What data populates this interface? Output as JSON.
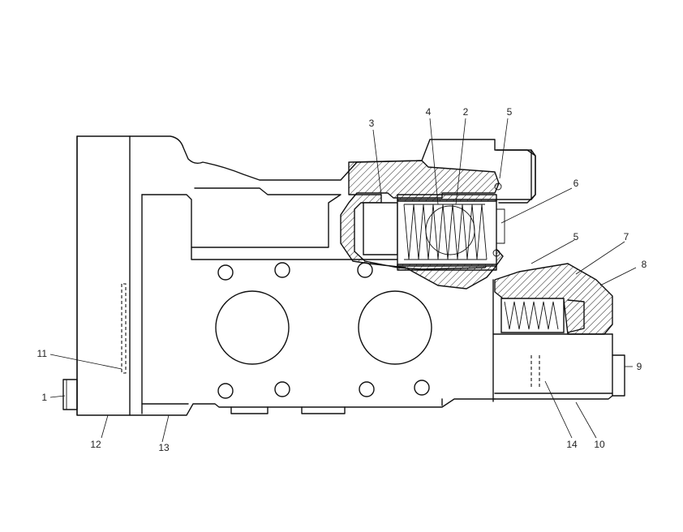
{
  "callouts": [
    {
      "id": "1",
      "text": "1"
    },
    {
      "id": "2",
      "text": "2"
    },
    {
      "id": "3",
      "text": "3"
    },
    {
      "id": "4",
      "text": "4"
    },
    {
      "id": "5a",
      "text": "5"
    },
    {
      "id": "5b",
      "text": "5"
    },
    {
      "id": "6",
      "text": "6"
    },
    {
      "id": "7",
      "text": "7"
    },
    {
      "id": "8",
      "text": "8"
    },
    {
      "id": "9",
      "text": "9"
    },
    {
      "id": "10",
      "text": "10"
    },
    {
      "id": "11",
      "text": "11"
    },
    {
      "id": "12",
      "text": "12"
    },
    {
      "id": "13",
      "text": "13"
    },
    {
      "id": "14",
      "text": "14"
    }
  ]
}
